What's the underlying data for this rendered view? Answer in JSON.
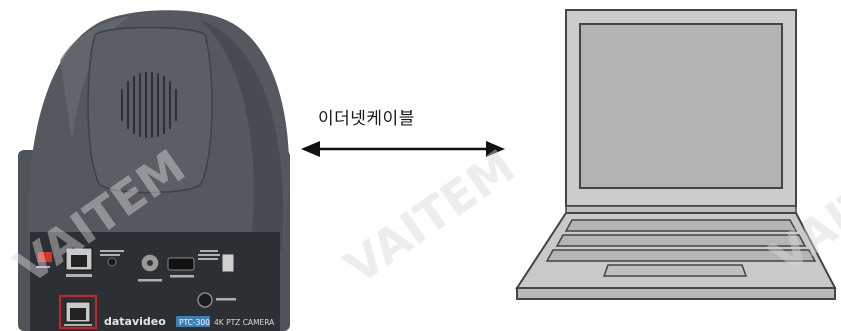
{
  "connection": {
    "label": "이더넷케이블"
  },
  "camera": {
    "brand_logo": "datavideo",
    "model_badge": "PTC-300",
    "model_text": "4K PTZ CAMERA"
  },
  "watermark": {
    "text": "VAITEM"
  },
  "colors": {
    "camera_body": "#4f535a",
    "camera_dark": "#2c2f34",
    "laptop_outline": "#4a4a4a",
    "laptop_fill": "#c9c9c9",
    "screen_fill": "#b5b5b5",
    "arrow": "#111111",
    "highlight_port": "#c0272d"
  }
}
